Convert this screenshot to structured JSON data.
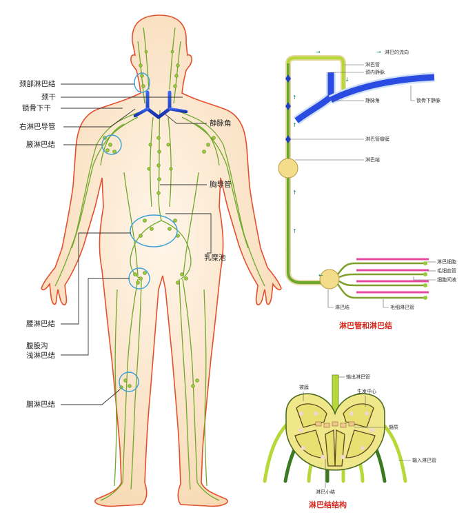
{
  "body_figure": {
    "labels_left": [
      {
        "id": "neck-nodes",
        "text": "颈部淋巴结"
      },
      {
        "id": "jugular-trunk",
        "text": "颈干"
      },
      {
        "id": "subclavian-trunk",
        "text": "锁骨下干"
      },
      {
        "id": "right-lymph-duct",
        "text": "右淋巴导管"
      },
      {
        "id": "axillary-nodes",
        "text": "腋淋巴结"
      },
      {
        "id": "lumbar-nodes",
        "text": "腰淋巴结"
      },
      {
        "id": "inguinal-nodes-line1",
        "text": "腹股沟"
      },
      {
        "id": "inguinal-nodes-line2",
        "text": "浅淋巴结"
      },
      {
        "id": "popliteal-nodes",
        "text": "腘淋巴结"
      }
    ],
    "labels_right": [
      {
        "id": "venous-angle",
        "text": "静脉角"
      },
      {
        "id": "thoracic-duct",
        "text": "胸导管"
      },
      {
        "id": "cisterna-chyli",
        "text": "乳糜池"
      }
    ]
  },
  "vessels_panel": {
    "title": "淋巴管和淋巴结",
    "title_color": "#d42a1e",
    "legend": {
      "arrow": "→",
      "text": "淋巴的流向"
    },
    "labels": [
      {
        "id": "lymph-vessel",
        "text": "淋巴管"
      },
      {
        "id": "internal-jugular-vein",
        "text": "颈内静脉"
      },
      {
        "id": "venous-angle",
        "text": "静脉角"
      },
      {
        "id": "subclavian-vein",
        "text": "锁骨下静脉"
      },
      {
        "id": "lymph-valve",
        "text": "淋巴管瓣膜"
      },
      {
        "id": "lymph-node",
        "text": "淋巴结"
      },
      {
        "id": "lymphocyte",
        "text": "淋巴细胞"
      },
      {
        "id": "capillary",
        "text": "毛细血管"
      },
      {
        "id": "interstitial-fluid",
        "text": "细胞间液"
      },
      {
        "id": "lymph-node-bottom",
        "text": "淋巴结"
      },
      {
        "id": "lymph-capillary",
        "text": "毛细淋巴管"
      }
    ]
  },
  "node_structure_panel": {
    "title": "淋巴结结构",
    "title_color": "#d42a1e",
    "labels": [
      {
        "id": "efferent-vessel",
        "text": "输出淋巴管"
      },
      {
        "id": "capsule",
        "text": "被膜"
      },
      {
        "id": "germinal-center",
        "text": "生发中心"
      },
      {
        "id": "medulla",
        "text": "髓质"
      },
      {
        "id": "afferent-vessel",
        "text": "输入淋巴管"
      },
      {
        "id": "lymph-nodule",
        "text": "淋巴小结"
      }
    ]
  },
  "colors": {
    "skin_fill": "#fbe6cc",
    "skin_outline": "#e2502e",
    "lymph_green": "#6ea82a",
    "node_green": "#9bc83a",
    "vein_blue": "#1e3fc8",
    "highlight_circle": "#3aa0d8",
    "capillary_pink": "#e84aa0",
    "node_yellow": "#f0e68a"
  }
}
